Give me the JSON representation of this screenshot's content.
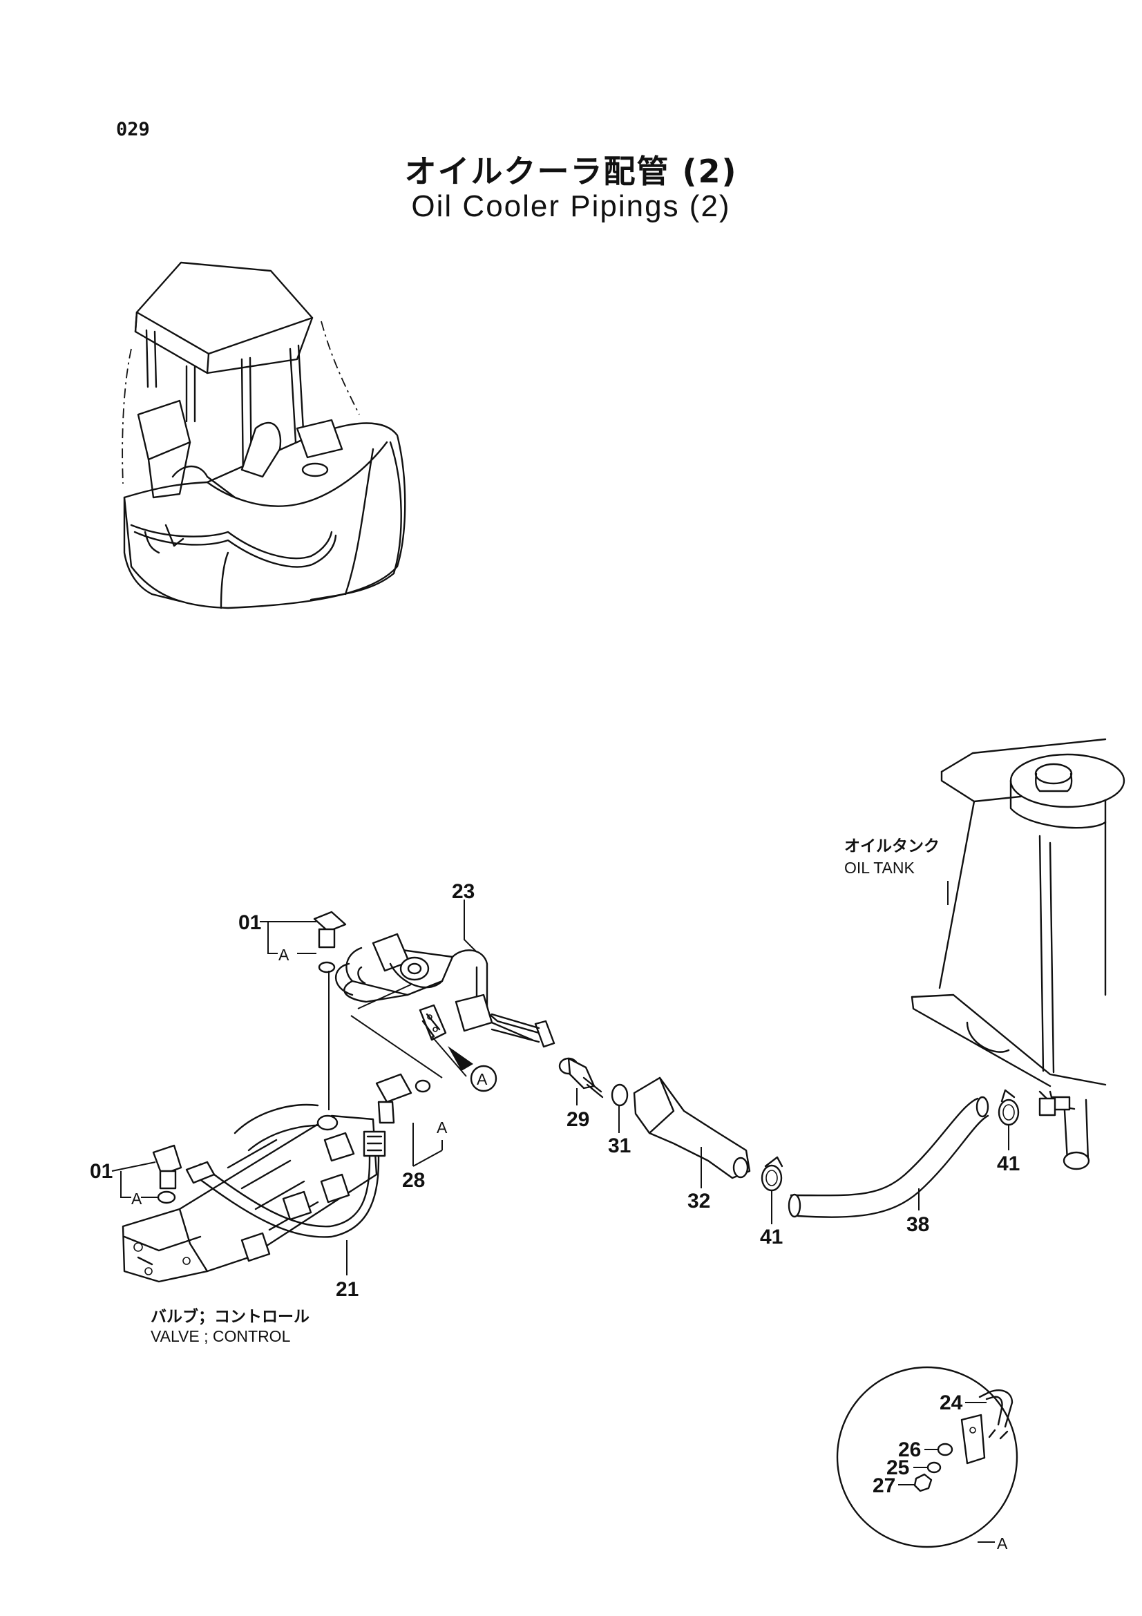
{
  "page": {
    "number": "029",
    "title_jp": "オイルクーラ配管 (2)",
    "title_en": "Oil Cooler Pipings (2)"
  },
  "labels": {
    "oil_tank_jp": "オイルタンク",
    "oil_tank_en": "OIL TANK",
    "valve_jp": "バルブ；コントロール",
    "valve_en": "VALVE ; CONTROL"
  },
  "callouts": {
    "p01_top": "01",
    "p01_bottom": "01",
    "p23": "23",
    "p29": "29",
    "p31": "31",
    "p32": "32",
    "p41_left": "41",
    "p41_right": "41",
    "p38": "38",
    "p28": "28",
    "p21": "21",
    "p24": "24",
    "p26": "26",
    "p25": "25",
    "p27": "27"
  },
  "view_markers": {
    "a_top": "A",
    "a_bottom": "A",
    "a_28": "A",
    "a_circle": "A",
    "a_detail": "A"
  }
}
